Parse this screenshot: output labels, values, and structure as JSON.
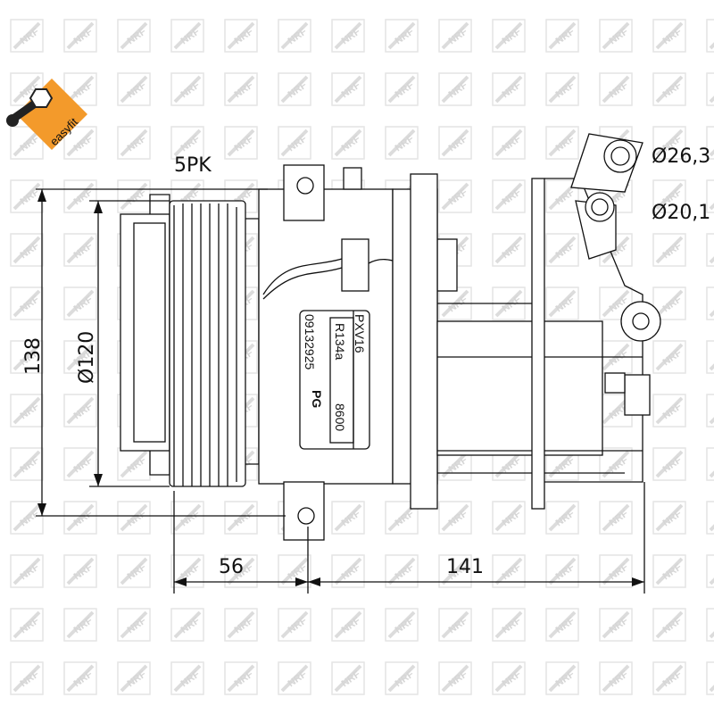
{
  "logo": {
    "text": "easyfit",
    "color": "#f39a2b"
  },
  "watermark": {
    "text": "NRF",
    "color": "#d9d9d9"
  },
  "dimensions": {
    "belt": "5PK",
    "port_large": "Ø26,3",
    "port_small": "Ø20,1",
    "height": "138",
    "pulley_diameter": "Ø120",
    "pulley_offset": "56",
    "body_length": "141"
  },
  "nameplate": {
    "model": "PXV16",
    "refrigerant": "R134a",
    "code": "8600",
    "part_number": "09132925",
    "oil": "PG"
  }
}
